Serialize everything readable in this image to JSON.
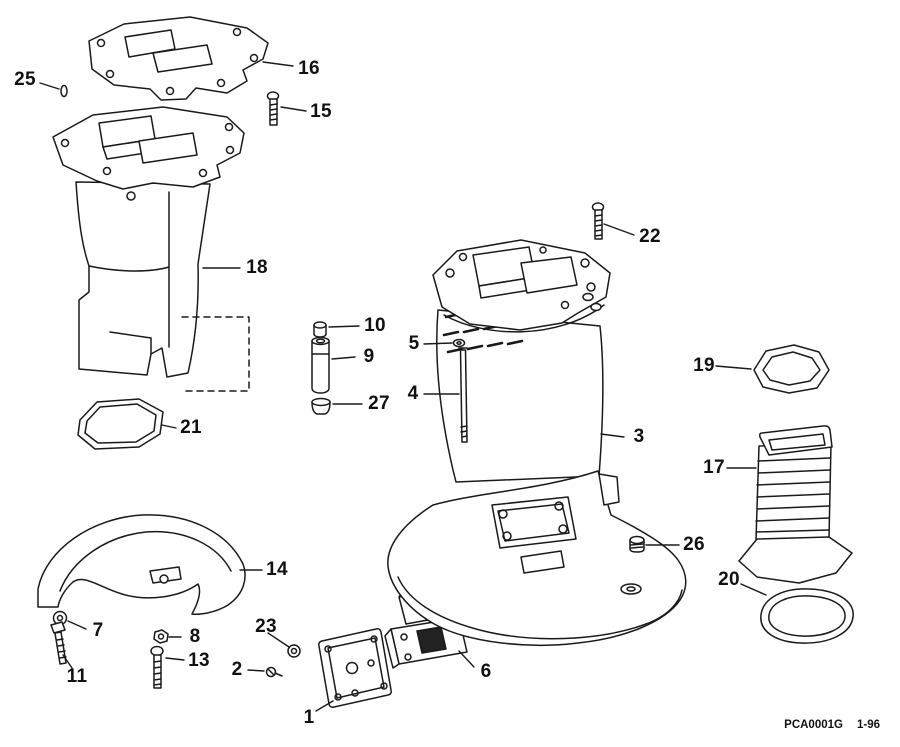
{
  "page": {
    "background": "#ffffff",
    "ink": "#1a1a1a"
  },
  "callouts": {
    "1": "1",
    "2": "2",
    "3": "3",
    "4": "4",
    "5": "5",
    "6": "6",
    "7": "7",
    "8": "8",
    "9": "9",
    "10": "10",
    "11": "11",
    "13": "13",
    "14": "14",
    "15": "15",
    "16": "16",
    "17": "17",
    "18": "18",
    "19": "19",
    "20": "20",
    "21": "21",
    "22": "22",
    "23": "23",
    "25": "25",
    "26": "26",
    "27": "27"
  },
  "footer": {
    "code": "PCA0001G",
    "rev": "1-96"
  }
}
